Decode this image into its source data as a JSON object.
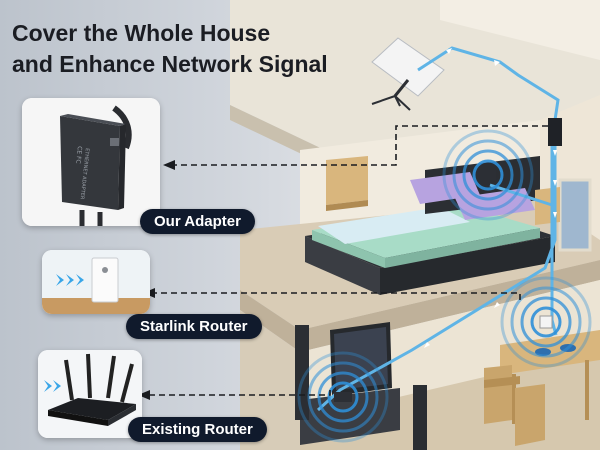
{
  "headline": {
    "line1": "Cover the Whole House",
    "line2": "and Enhance Network Signal"
  },
  "callouts": [
    {
      "label": "Our Adapter",
      "icon": "ethernet-adapter-icon"
    },
    {
      "label": "Starlink Router",
      "icon": "starlink-router-icon"
    },
    {
      "label": "Existing Router",
      "icon": "wifi-router-icon"
    }
  ],
  "colors": {
    "cable": "#5fb4e6",
    "signal": "#2f8fd8",
    "label_bg": "#101a2c",
    "wall": "#efe8db",
    "floor": "#d8cbb4"
  }
}
